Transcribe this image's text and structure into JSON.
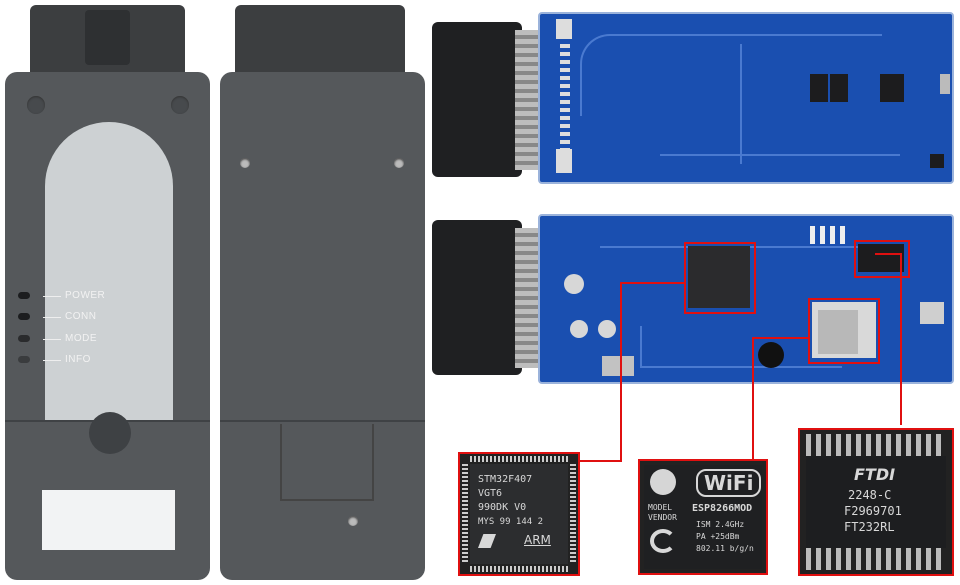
{
  "leds": [
    {
      "label": "POWER"
    },
    {
      "label": "CONN"
    },
    {
      "label": "MODE"
    },
    {
      "label": "INFO"
    }
  ],
  "chips": {
    "stm": {
      "lines": [
        "STM32F407",
        "VGT6",
        "990DK V0",
        "MYS 99 144 2"
      ],
      "arm": "ARM"
    },
    "esp": {
      "wifi": "WiFi",
      "model_label": "MODEL",
      "vendor_label": "VENDOR",
      "model": "ESP8266MOD",
      "ism": "ISM 2.4GHz",
      "pa": "PA +25dBm",
      "std": "802.11 b/g/n"
    },
    "ftdi": {
      "brand": "FTDI",
      "lines": [
        "2248-C",
        "F2969701",
        "FT232RL"
      ]
    }
  },
  "colors": {
    "pcb": "#1a4fb0",
    "case": "#55585b",
    "callout": "#e01010"
  }
}
